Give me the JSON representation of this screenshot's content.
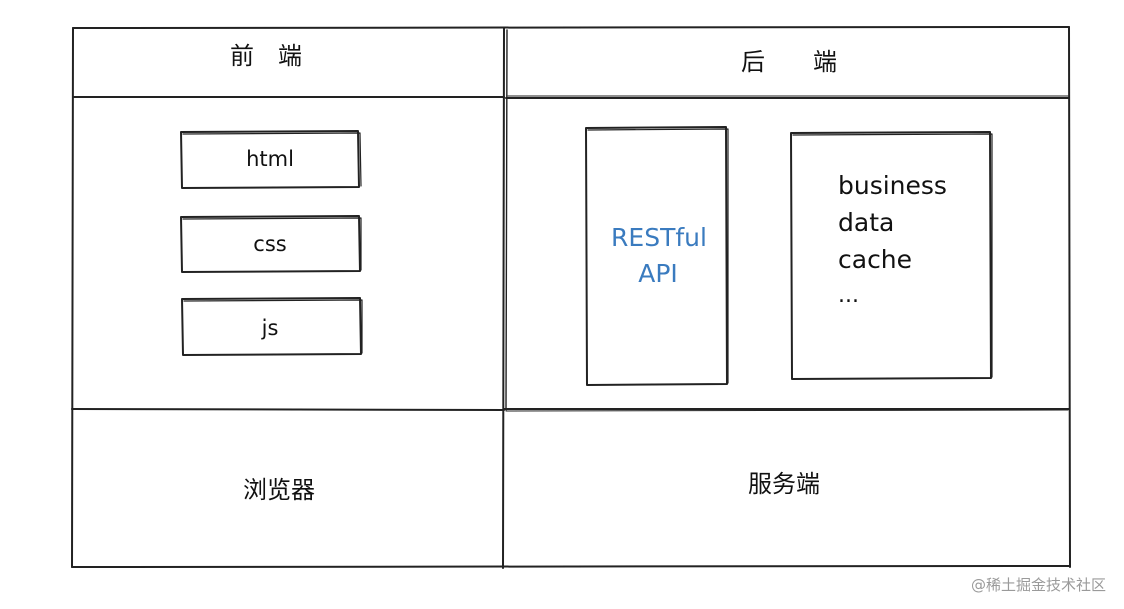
{
  "frontend": {
    "header": "前　端",
    "items": [
      "html",
      "css",
      "js"
    ],
    "runtime": "浏览器"
  },
  "backend": {
    "header": "后　　端",
    "api_line1": "RESTful",
    "api_line2": "API",
    "services": [
      "business",
      "data",
      "cache",
      "..."
    ],
    "runtime": "服务端"
  },
  "watermark": "@稀土掘金技术社区",
  "colors": {
    "stroke": "#222222",
    "text": "#111111",
    "api_text": "#3a7bbf",
    "watermark": "#9a9a9a"
  }
}
